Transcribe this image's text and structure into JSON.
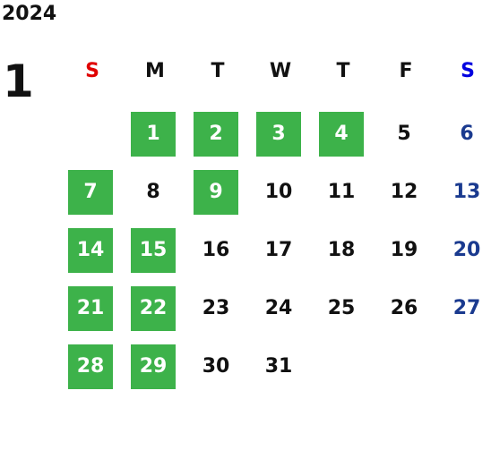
{
  "calendar": {
    "year": "2024",
    "month": "1",
    "weekdays": [
      {
        "label": "S",
        "color": "#e00000"
      },
      {
        "label": "M",
        "color": "#111111"
      },
      {
        "label": "T",
        "color": "#111111"
      },
      {
        "label": "W",
        "color": "#111111"
      },
      {
        "label": "T",
        "color": "#111111"
      },
      {
        "label": "F",
        "color": "#111111"
      },
      {
        "label": "S",
        "color": "#0000e0"
      }
    ],
    "first_weekday_index": 1,
    "days_in_month": 31,
    "highlighted_days": [
      1,
      2,
      3,
      4,
      7,
      9,
      14,
      15,
      21,
      22,
      28,
      29
    ],
    "colors": {
      "highlight": "#3db24a",
      "highlight_text": "#ffffff",
      "saturday_text": "#1a3a8f",
      "default_text": "#111111"
    }
  }
}
